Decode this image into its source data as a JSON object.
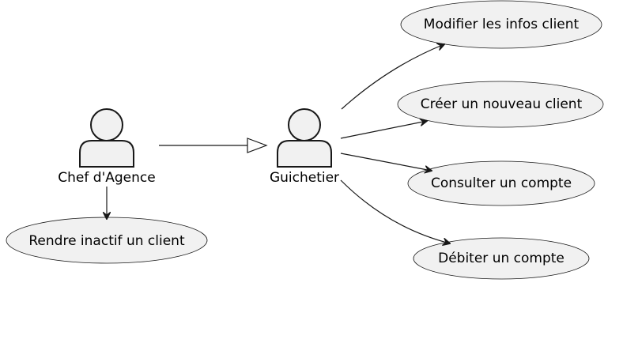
{
  "actors": {
    "chef": {
      "label": "Chef d'Agence"
    },
    "guichetier": {
      "label": "Guichetier"
    }
  },
  "use_cases": {
    "modifier": {
      "label": "Modifier les infos client"
    },
    "creer": {
      "label": "Créer un nouveau client"
    },
    "consulter": {
      "label": "Consulter un compte"
    },
    "debiter": {
      "label": "Débiter un compte"
    },
    "rendre_inactif": {
      "label": "Rendre inactif un client"
    }
  },
  "colors": {
    "shape_fill": "#f1f1f1",
    "stroke": "#181818",
    "background": "#ffffff"
  }
}
